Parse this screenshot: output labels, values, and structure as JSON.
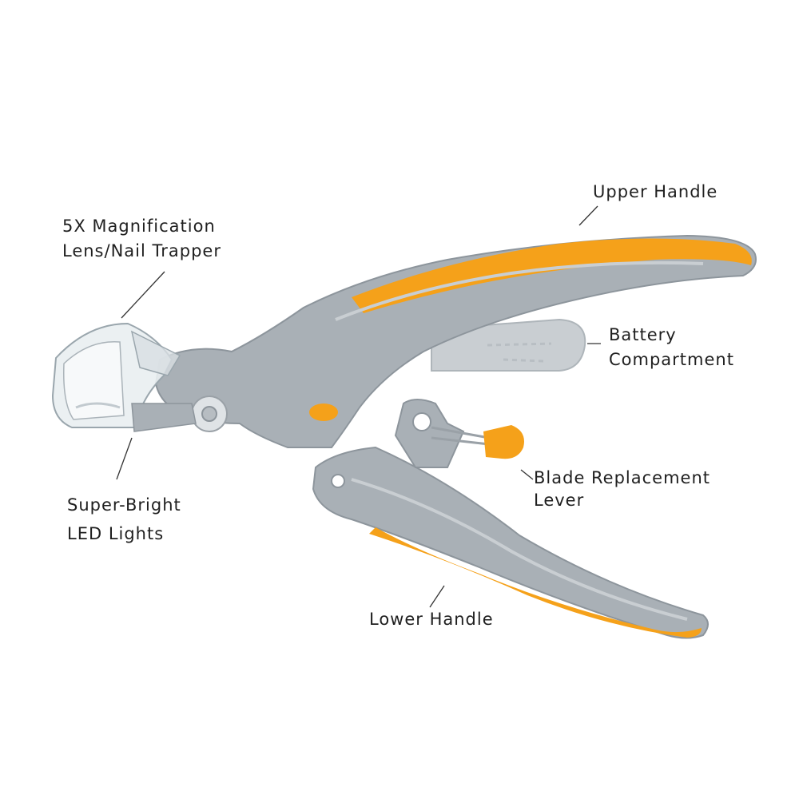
{
  "colors": {
    "body_gray": "#a9b0b6",
    "body_gray_dark": "#8d959c",
    "body_gray_light": "#c9ced2",
    "accent_orange": "#f5a11a",
    "lens_clear": "#e9eef1",
    "leader_line": "#333333"
  },
  "labels": {
    "upper_handle": "Upper Handle",
    "magnification_line1": "5X Magnification",
    "magnification_line2": "Lens/Nail Trapper",
    "battery_line1": "Battery",
    "battery_line2": "Compartment",
    "led_line1": "Super-Bright",
    "led_line2": "LED Lights",
    "blade_line1": "Blade Replacement",
    "blade_line2": "Lever",
    "lower_handle": "Lower Handle"
  }
}
